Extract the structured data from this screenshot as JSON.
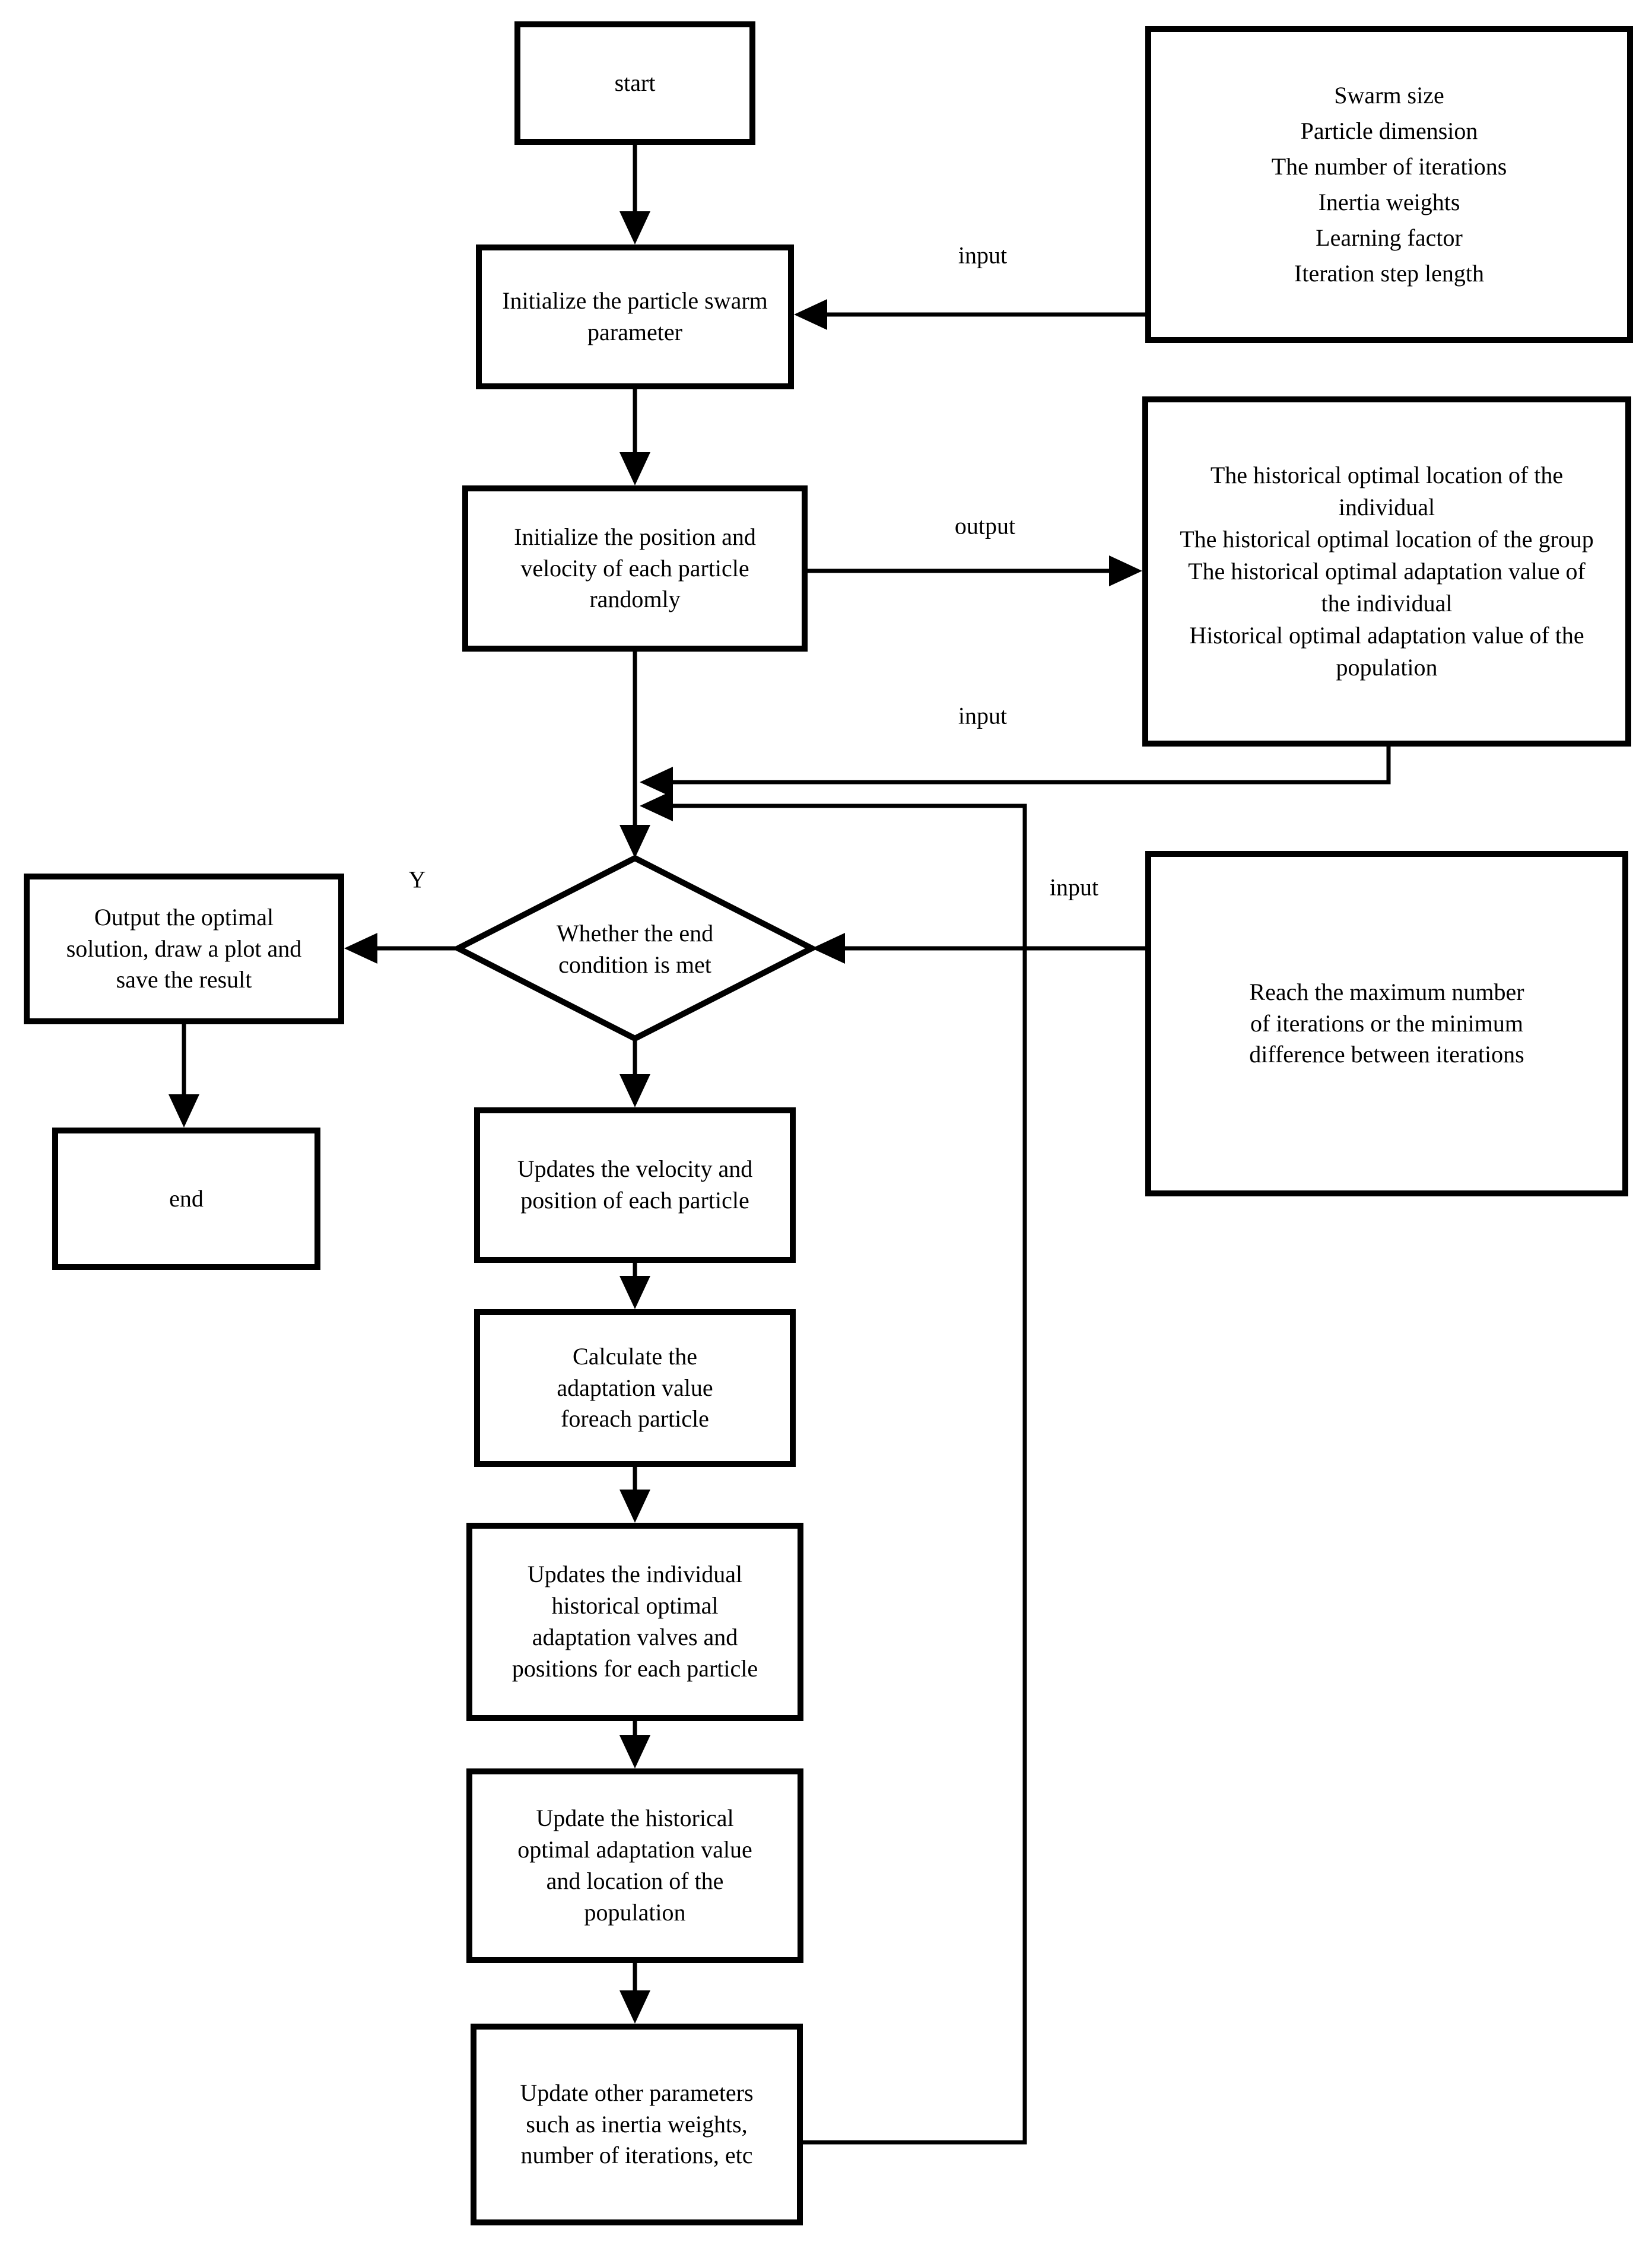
{
  "nodes": {
    "start": {
      "label": "start"
    },
    "init_params": {
      "label": "Initialize the particle swarm parameter"
    },
    "swarm_params": {
      "lines": [
        "Swarm size",
        "Particle dimension",
        "The number of iterations",
        "Inertia weights",
        "Learning factor",
        "Iteration step length"
      ]
    },
    "init_position": {
      "label": "Initialize the position and velocity of each particle randomly"
    },
    "history_outputs": {
      "lines": [
        "The historical optimal location of the individual",
        "The historical optimal location of the group",
        "The historical optimal adaptation value of the individual",
        "Historical optimal adaptation value of the population"
      ]
    },
    "decision": {
      "label": "Whether the end condition is met"
    },
    "end_condition": {
      "label": "Reach the maximum number of iterations or the minimum difference between iterations"
    },
    "output_solution": {
      "label": "Output the optimal solution, draw a plot and save the result"
    },
    "end": {
      "label": "end"
    },
    "update_velocity": {
      "label": "Updates the velocity and position of each particle"
    },
    "calc_adaptation": {
      "label": "Calculate the adaptation value foreach particle"
    },
    "update_individual_best": {
      "label": "Updates the individual historical optimal adaptation valves and positions for each particle"
    },
    "update_population_best": {
      "label": "Update the historical optimal adaptation value and location of the population"
    },
    "update_other_params": {
      "label": "Update other parameters such as inertia weights, number of iterations, etc"
    }
  },
  "edge_labels": {
    "input_params": "input",
    "output_history": "output",
    "input_history": "input",
    "input_condition": "input",
    "decision_yes": "Y"
  },
  "colors": {
    "line": "#000000",
    "node_border": "#000000",
    "node_fill": "#ffffff",
    "background": "#ffffff",
    "text": "#000000"
  }
}
